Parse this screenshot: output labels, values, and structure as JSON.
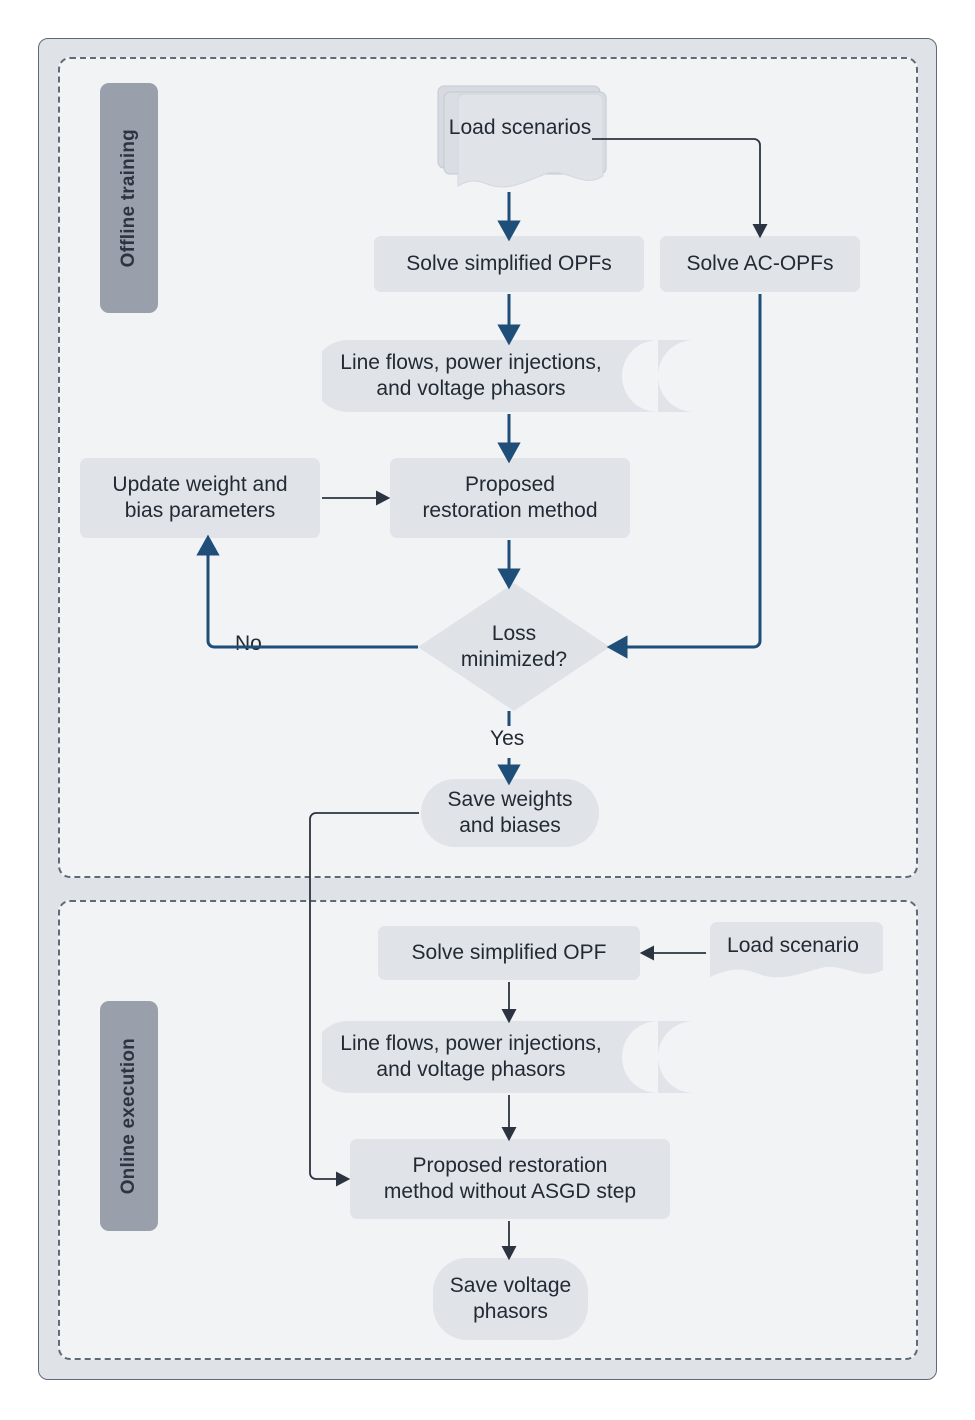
{
  "diagram": {
    "title": "Offline training and online execution flowchart",
    "colors": {
      "outer_card_fill": "#dfe3e8",
      "panel_fill": "#f1f3f5",
      "panel_border": "#5f6a76",
      "node_fill": "#e0e3e8",
      "side_label_fill": "#99a0ab",
      "text": "#222a33",
      "arrow_blue": "#1f4e79",
      "arrow_dark": "#2b3440"
    }
  },
  "sections": [
    {
      "id": "offline",
      "label": "Offline training"
    },
    {
      "id": "online",
      "label": "Online execution"
    }
  ],
  "offline": {
    "load_scenarios": "Load scenarios",
    "solve_simplified_opfs": "Solve simplified OPFs",
    "solve_ac_opfs": "Solve AC-OPFs",
    "line_flows": "Line flows, power injections, and voltage phasors",
    "line_flows_l1": "Line flows, power injections,",
    "line_flows_l2": "and voltage phasors",
    "update_weights": "Update weight and bias parameters",
    "update_weights_l1": "Update weight and",
    "update_weights_l2": "bias parameters",
    "proposed_method": "Proposed restoration method",
    "proposed_method_l1": "Proposed",
    "proposed_method_l2": "restoration method",
    "loss_decision": "Loss minimized?",
    "loss_decision_l1": "Loss",
    "loss_decision_l2": "minimized?",
    "save_weights": "Save weights and biases",
    "save_weights_l1": "Save weights",
    "save_weights_l2": "and biases",
    "edge_no": "No",
    "edge_yes": "Yes"
  },
  "online": {
    "load_scenario": "Load scenario",
    "solve_simplified_opf": "Solve simplified OPF",
    "line_flows": "Line flows, power injections, and voltage phasors",
    "line_flows_l1": "Line flows, power injections,",
    "line_flows_l2": "and voltage phasors",
    "proposed_method_no_asgd": "Proposed restoration method without ASGD step",
    "proposed_method_no_asgd_l1": "Proposed restoration",
    "proposed_method_no_asgd_l2": "method without ASGD step",
    "save_voltage": "Save voltage phasors",
    "save_voltage_l1": "Save voltage",
    "save_voltage_l2": "phasors"
  }
}
